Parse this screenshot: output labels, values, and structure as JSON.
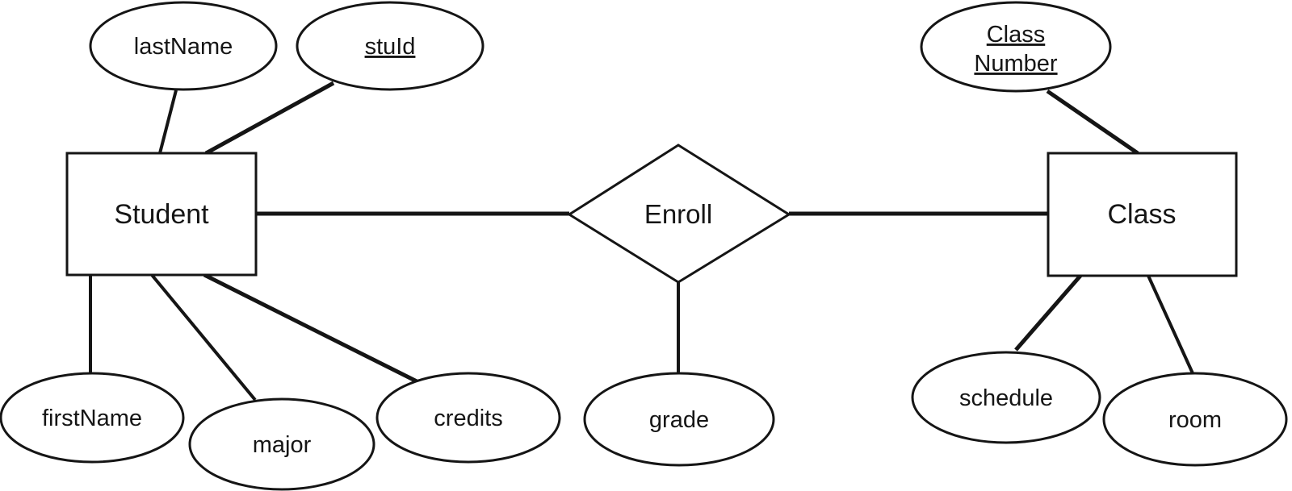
{
  "diagram": {
    "type": "er-diagram",
    "entities": [
      {
        "label": "Student"
      },
      {
        "label": "Class"
      }
    ],
    "relationships": [
      {
        "label": "Enroll",
        "connects": [
          "Student",
          "Class"
        ]
      }
    ],
    "attributes": {
      "student": [
        {
          "label": "lastName",
          "is_key": false
        },
        {
          "label": "stuId",
          "is_key": true
        },
        {
          "label": "firstName",
          "is_key": false
        },
        {
          "label": "major",
          "is_key": false
        },
        {
          "label": "credits",
          "is_key": false
        }
      ],
      "enroll": [
        {
          "label": "grade",
          "is_key": false
        }
      ],
      "class": [
        {
          "label": "Class",
          "label_line2": "Number",
          "is_key": true
        },
        {
          "label": "schedule",
          "is_key": false
        },
        {
          "label": "room",
          "is_key": false
        }
      ]
    },
    "colors": {
      "stroke": "#151515",
      "text": "#151515",
      "background": "#ffffff"
    }
  }
}
